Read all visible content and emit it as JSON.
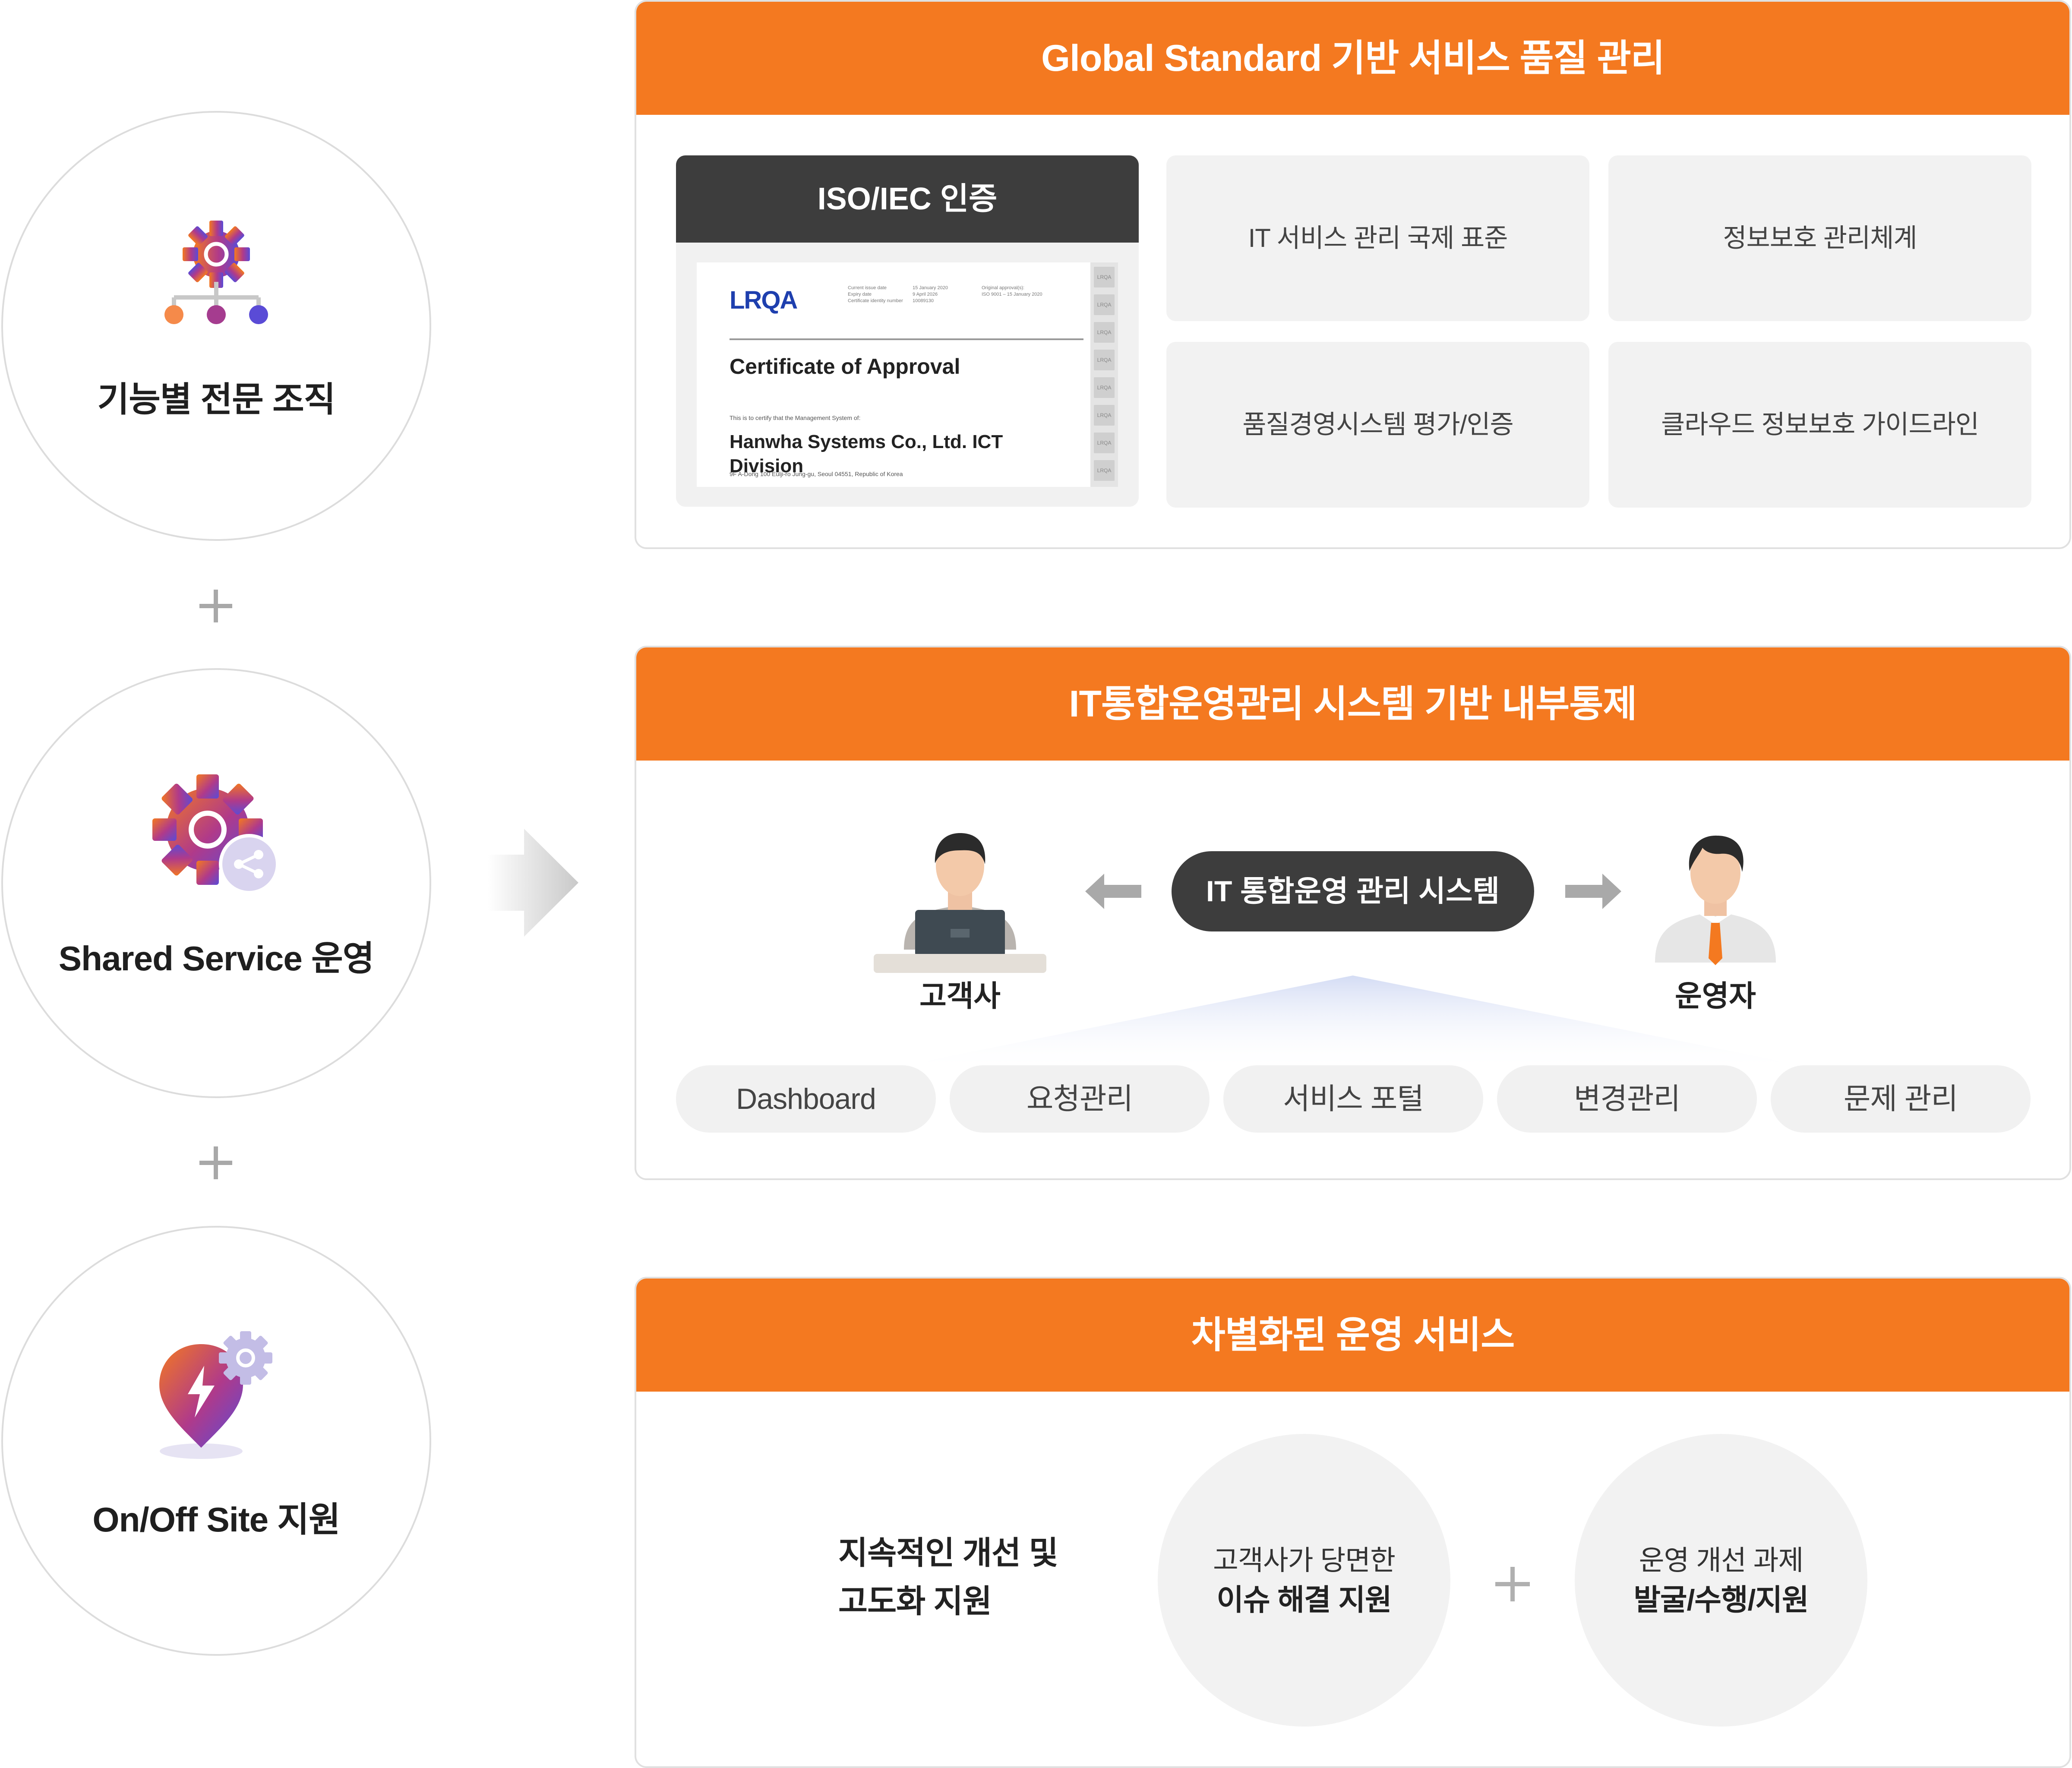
{
  "left_column": {
    "items": [
      {
        "label": "기능별 전문 조직",
        "icon": "org-gear-icon"
      },
      {
        "label": "Shared Service 운영",
        "icon": "shared-gear-icon"
      },
      {
        "label": "On/Off Site 지원",
        "icon": "location-gear-icon"
      }
    ],
    "connector": "+"
  },
  "panel1": {
    "title": "Global Standard 기반 서비스 품질 관리",
    "iso": {
      "heading": "ISO/IEC 인증",
      "cert_logo": "LRQA",
      "cert_title": "Certificate of Approval",
      "cert_small": "This is to certify that the Management System of:",
      "cert_company": "Hanwha Systems Co., Ltd. ICT Division",
      "cert_address": "9F A-Dong 100 Eulji-ro Jung-gu, Seoul 04551, Republic of Korea",
      "cert_meta_1": "Current issue date\nExpiry date\nCertificate identity number",
      "cert_meta_2": "15 January 2020\n9 April 2026\n10089130",
      "cert_meta_3": "Original approval(s):\nISO 9001 – 15 January 2020",
      "strip_text": "LRQA"
    },
    "standards": [
      "IT 서비스 관리 국제 표준",
      "정보보호 관리체계",
      "품질경영시스템 평가/인증",
      "클라우드 정보보호 가이드라인"
    ]
  },
  "panel2": {
    "title": "IT통합운영관리 시스템 기반 내부통제",
    "system_label": "IT 통합운영 관리 시스템",
    "customer_label": "고객사",
    "operator_label": "운영자",
    "modules": [
      "Dashboard",
      "요청관리",
      "서비스 포털",
      "변경관리",
      "문제 관리"
    ]
  },
  "panel3": {
    "title": "차별화된 운영 서비스",
    "lead_line1": "지속적인 개선 및",
    "lead_line2": "고도화 지원",
    "circle1_line1": "고객사가 당면한",
    "circle1_line2": "이슈 해결 지원",
    "circle2_line1": "운영 개선 과제",
    "circle2_line2": "발굴/수행/지원"
  },
  "colors": {
    "accent_orange": "#f47920",
    "dark_gray": "#3d3d3d",
    "light_gray": "#f2f2f2",
    "gradient_start": "#f47920",
    "gradient_mid": "#b03a8a",
    "gradient_end": "#5a4bd6"
  }
}
